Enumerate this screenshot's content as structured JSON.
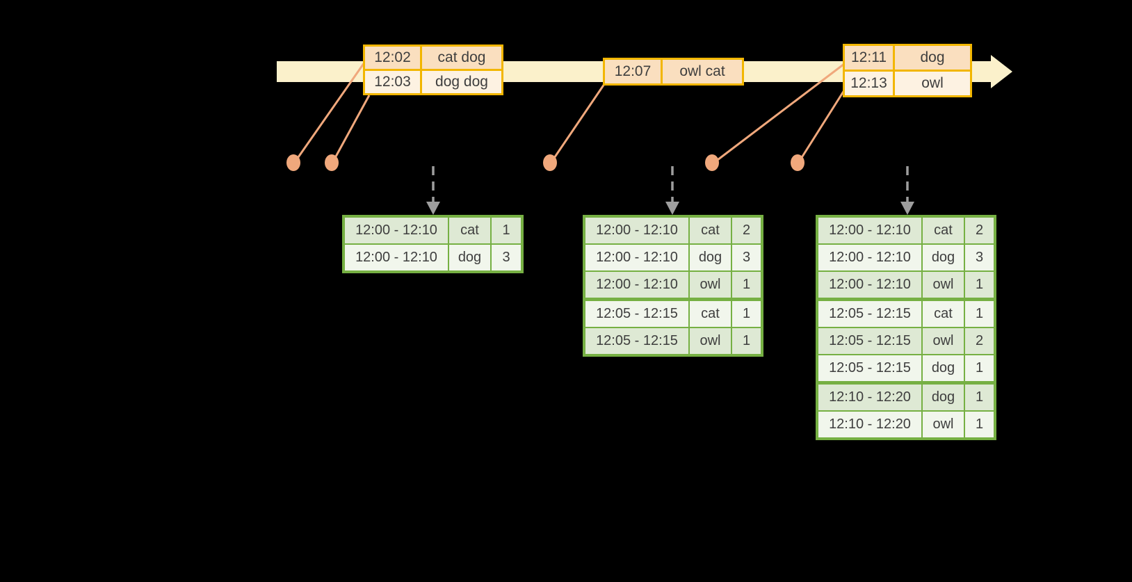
{
  "colors": {
    "background": "#000000",
    "timeline_fill": "#FBF1CB",
    "event_table_border": "#F2B600",
    "event_row_peach": "#FADFBF",
    "event_row_cream": "#FDF2E2",
    "connector_salmon": "#F0A87C",
    "trigger_arrow_gray": "#9E9E9E",
    "result_table_border": "#76B043",
    "result_row_dark": "#DEE9D4",
    "result_row_light": "#F1F6EC",
    "text": "#3E3E3E"
  },
  "event_tables": [
    {
      "rows": [
        {
          "time": "12:02",
          "words": "cat dog"
        },
        {
          "time": "12:03",
          "words": "dog dog"
        }
      ]
    },
    {
      "rows": [
        {
          "time": "12:07",
          "words": "owl cat"
        }
      ]
    },
    {
      "rows": [
        {
          "time": "12:11",
          "words": "dog"
        },
        {
          "time": "12:13",
          "words": "owl"
        }
      ]
    }
  ],
  "result_tables": [
    {
      "rows": [
        {
          "window": "12:00 - 12:10",
          "word": "cat",
          "count": "1"
        },
        {
          "window": "12:00 - 12:10",
          "word": "dog",
          "count": "3"
        }
      ]
    },
    {
      "rows": [
        {
          "window": "12:00 - 12:10",
          "word": "cat",
          "count": "2"
        },
        {
          "window": "12:00 - 12:10",
          "word": "dog",
          "count": "3"
        },
        {
          "window": "12:00 - 12:10",
          "word": "owl",
          "count": "1"
        },
        {
          "window": "12:05 - 12:15",
          "word": "cat",
          "count": "1"
        },
        {
          "window": "12:05 - 12:15",
          "word": "owl",
          "count": "1"
        }
      ]
    },
    {
      "rows": [
        {
          "window": "12:00 - 12:10",
          "word": "cat",
          "count": "2"
        },
        {
          "window": "12:00 - 12:10",
          "word": "dog",
          "count": "3"
        },
        {
          "window": "12:00 - 12:10",
          "word": "owl",
          "count": "1"
        },
        {
          "window": "12:05 - 12:15",
          "word": "cat",
          "count": "1"
        },
        {
          "window": "12:05 - 12:15",
          "word": "owl",
          "count": "2"
        },
        {
          "window": "12:05 - 12:15",
          "word": "dog",
          "count": "1"
        },
        {
          "window": "12:10 - 12:20",
          "word": "dog",
          "count": "1"
        },
        {
          "window": "12:10 - 12:20",
          "word": "owl",
          "count": "1"
        }
      ]
    }
  ]
}
